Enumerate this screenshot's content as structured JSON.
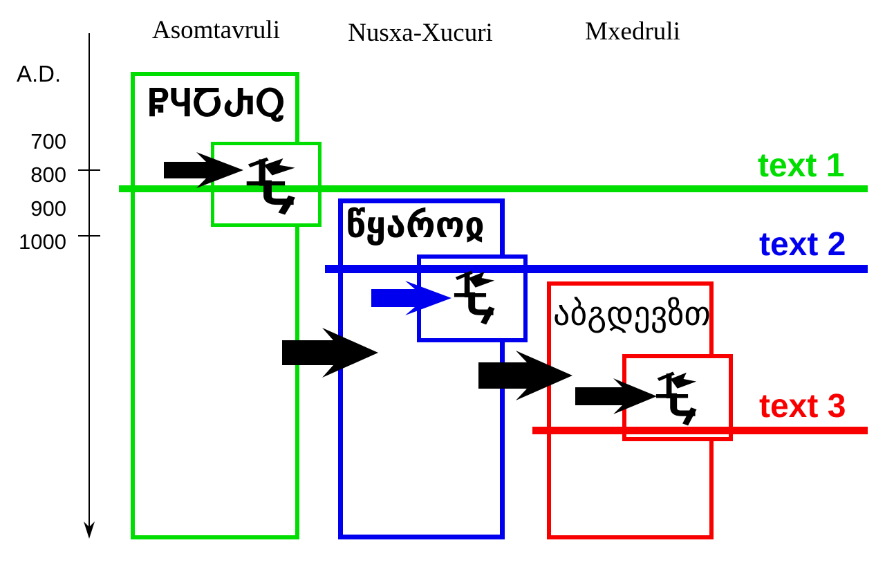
{
  "timeline": {
    "era_label": "A.D.",
    "year_labels": [
      "700",
      "800",
      "900",
      "1000"
    ]
  },
  "scripts": [
    {
      "name": "Asomtavruli",
      "sample_text": "ႼႷႠႰႭ",
      "color": "#00dd00"
    },
    {
      "name": "Nusxa-Xucuri",
      "sample_text": "წყაროჲ",
      "color": "#0000ee"
    },
    {
      "name": "Mxedruli",
      "sample_text": "აბგდევზთ",
      "color": "#f80000"
    }
  ],
  "text_markers": [
    {
      "label": "text 1",
      "color": "#00dd00"
    },
    {
      "label": "text 2",
      "color": "#0000ee"
    },
    {
      "label": "text 3",
      "color": "#f80000"
    }
  ]
}
